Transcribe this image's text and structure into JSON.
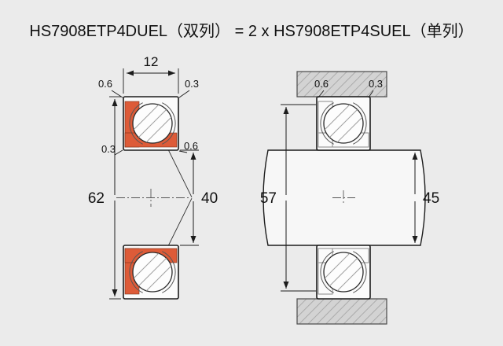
{
  "title": "HS7908ETP4DUEL（双列） = 2 x HS7908ETP4SUEL（单列）",
  "left_view": {
    "description": "bearing cross-section with orange cage",
    "dims": {
      "width": "12",
      "chamfer_top_left": "0.6",
      "chamfer_top_right": "0.3",
      "chamfer_left": "0.3",
      "chamfer_inner": "0.6",
      "outer_diameter": "62",
      "bore_diameter": "40"
    }
  },
  "right_view": {
    "description": "bearing mounted on shaft in housing",
    "dims": {
      "chamfer_left": "0.6",
      "chamfer_right": "0.3",
      "housing_shoulder_diameter": "57",
      "shaft_shoulder_diameter": "45"
    }
  },
  "colors": {
    "background": "#ebebeb",
    "cage": "#dd5b38",
    "outline": "#1c1c1c",
    "ring_fill": "#fbfbfb",
    "housing_fill": "#d3d3d3",
    "housing_hatch": "#ababab"
  }
}
